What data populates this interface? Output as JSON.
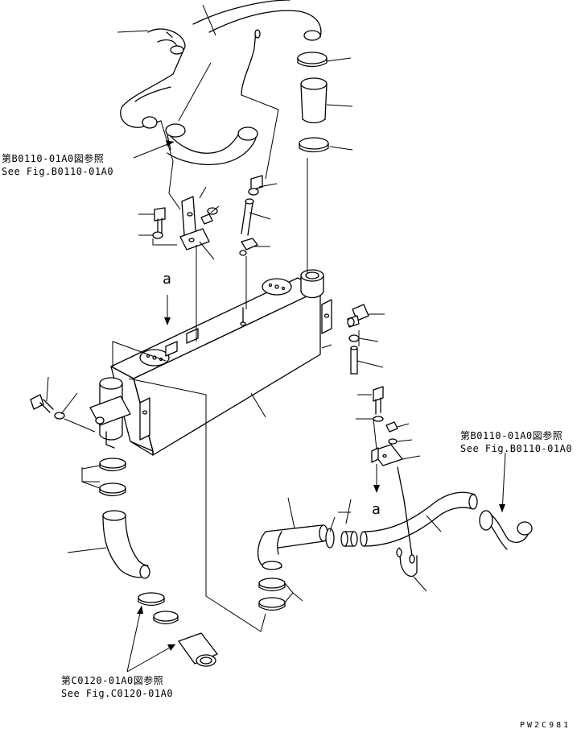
{
  "references": {
    "upper_left": {
      "line_jp": "第B0110-01A0図参照",
      "line_en": "See Fig.B0110-01A0"
    },
    "right": {
      "line_jp": "第B0110-01A0図参照",
      "line_en": "See Fig.B0110-01A0"
    },
    "bottom": {
      "line_jp": "第C0120-01A0図参照",
      "line_en": "See Fig.C0120-01A0"
    }
  },
  "view_markers": {
    "top": "a",
    "right": "a"
  },
  "drawing_code": "PW2C981"
}
